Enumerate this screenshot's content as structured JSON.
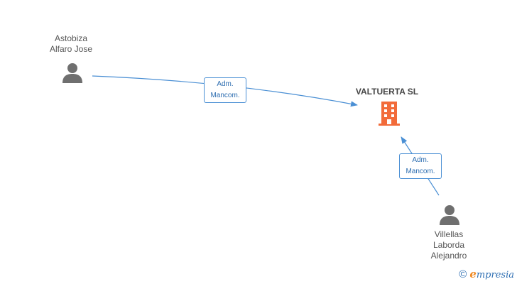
{
  "company": {
    "name": "VALTUERTA SL",
    "icon": "building-icon",
    "color": "#f26b3a"
  },
  "people": [
    {
      "lines": [
        "Astobiza",
        "Alfaro Jose"
      ],
      "icon": "person-icon"
    },
    {
      "lines": [
        "Villellas",
        "Laborda",
        "Alejandro"
      ],
      "icon": "person-icon"
    }
  ],
  "relations": [
    {
      "from": "Astobiza Alfaro Jose",
      "to": "VALTUERTA SL",
      "label_lines": [
        "Adm.",
        "Mancom."
      ]
    },
    {
      "from": "Villellas Laborda Alejandro",
      "to": "VALTUERTA SL",
      "label_lines": [
        "Adm.",
        "Mancom."
      ]
    }
  ],
  "colors": {
    "edge": "#4a8fd4",
    "person_icon": "#6f6f6f",
    "text": "#555555"
  },
  "footer": {
    "copyright_symbol": "©",
    "brand_initial": "e",
    "brand_rest": "mpresia"
  }
}
